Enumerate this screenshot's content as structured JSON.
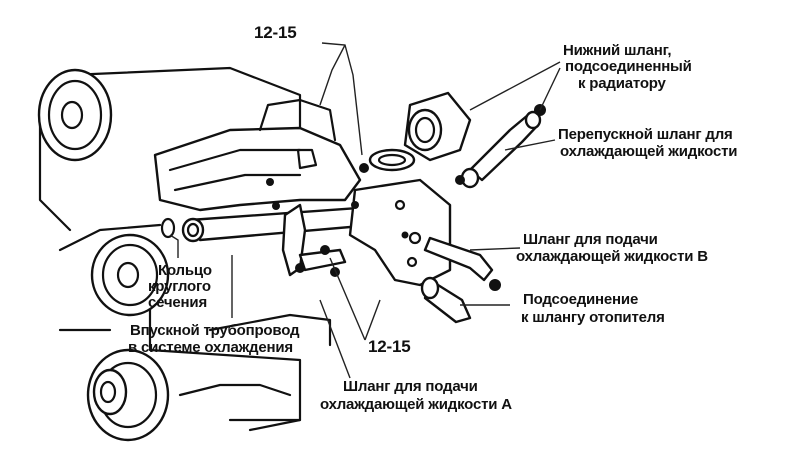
{
  "labels": {
    "ref_top": "12-15",
    "ref_bottom": "12-15",
    "lower_hose_line1": "Нижний шланг,",
    "lower_hose_line2": "подсоединенный",
    "lower_hose_line3": "к радиатору",
    "bypass_line1": "Перепускной шланг для",
    "bypass_line2": "охлаждающей жидкости",
    "supply_b_line1": "Шланг для подачи",
    "supply_b_line2": "охлаждающей жидкости В",
    "heater_line1": "Подсоединение",
    "heater_line2": "к шлангу отопителя",
    "oring_line1": "Кольцо",
    "oring_line2": "круглого",
    "oring_line3": "сечения",
    "inlet_line1": "Впускной трубопровод",
    "inlet_line2": "в системе охлаждения",
    "supply_a_line1": "Шланг для подачи",
    "supply_a_line2": "охлаждающей жидкости А"
  }
}
